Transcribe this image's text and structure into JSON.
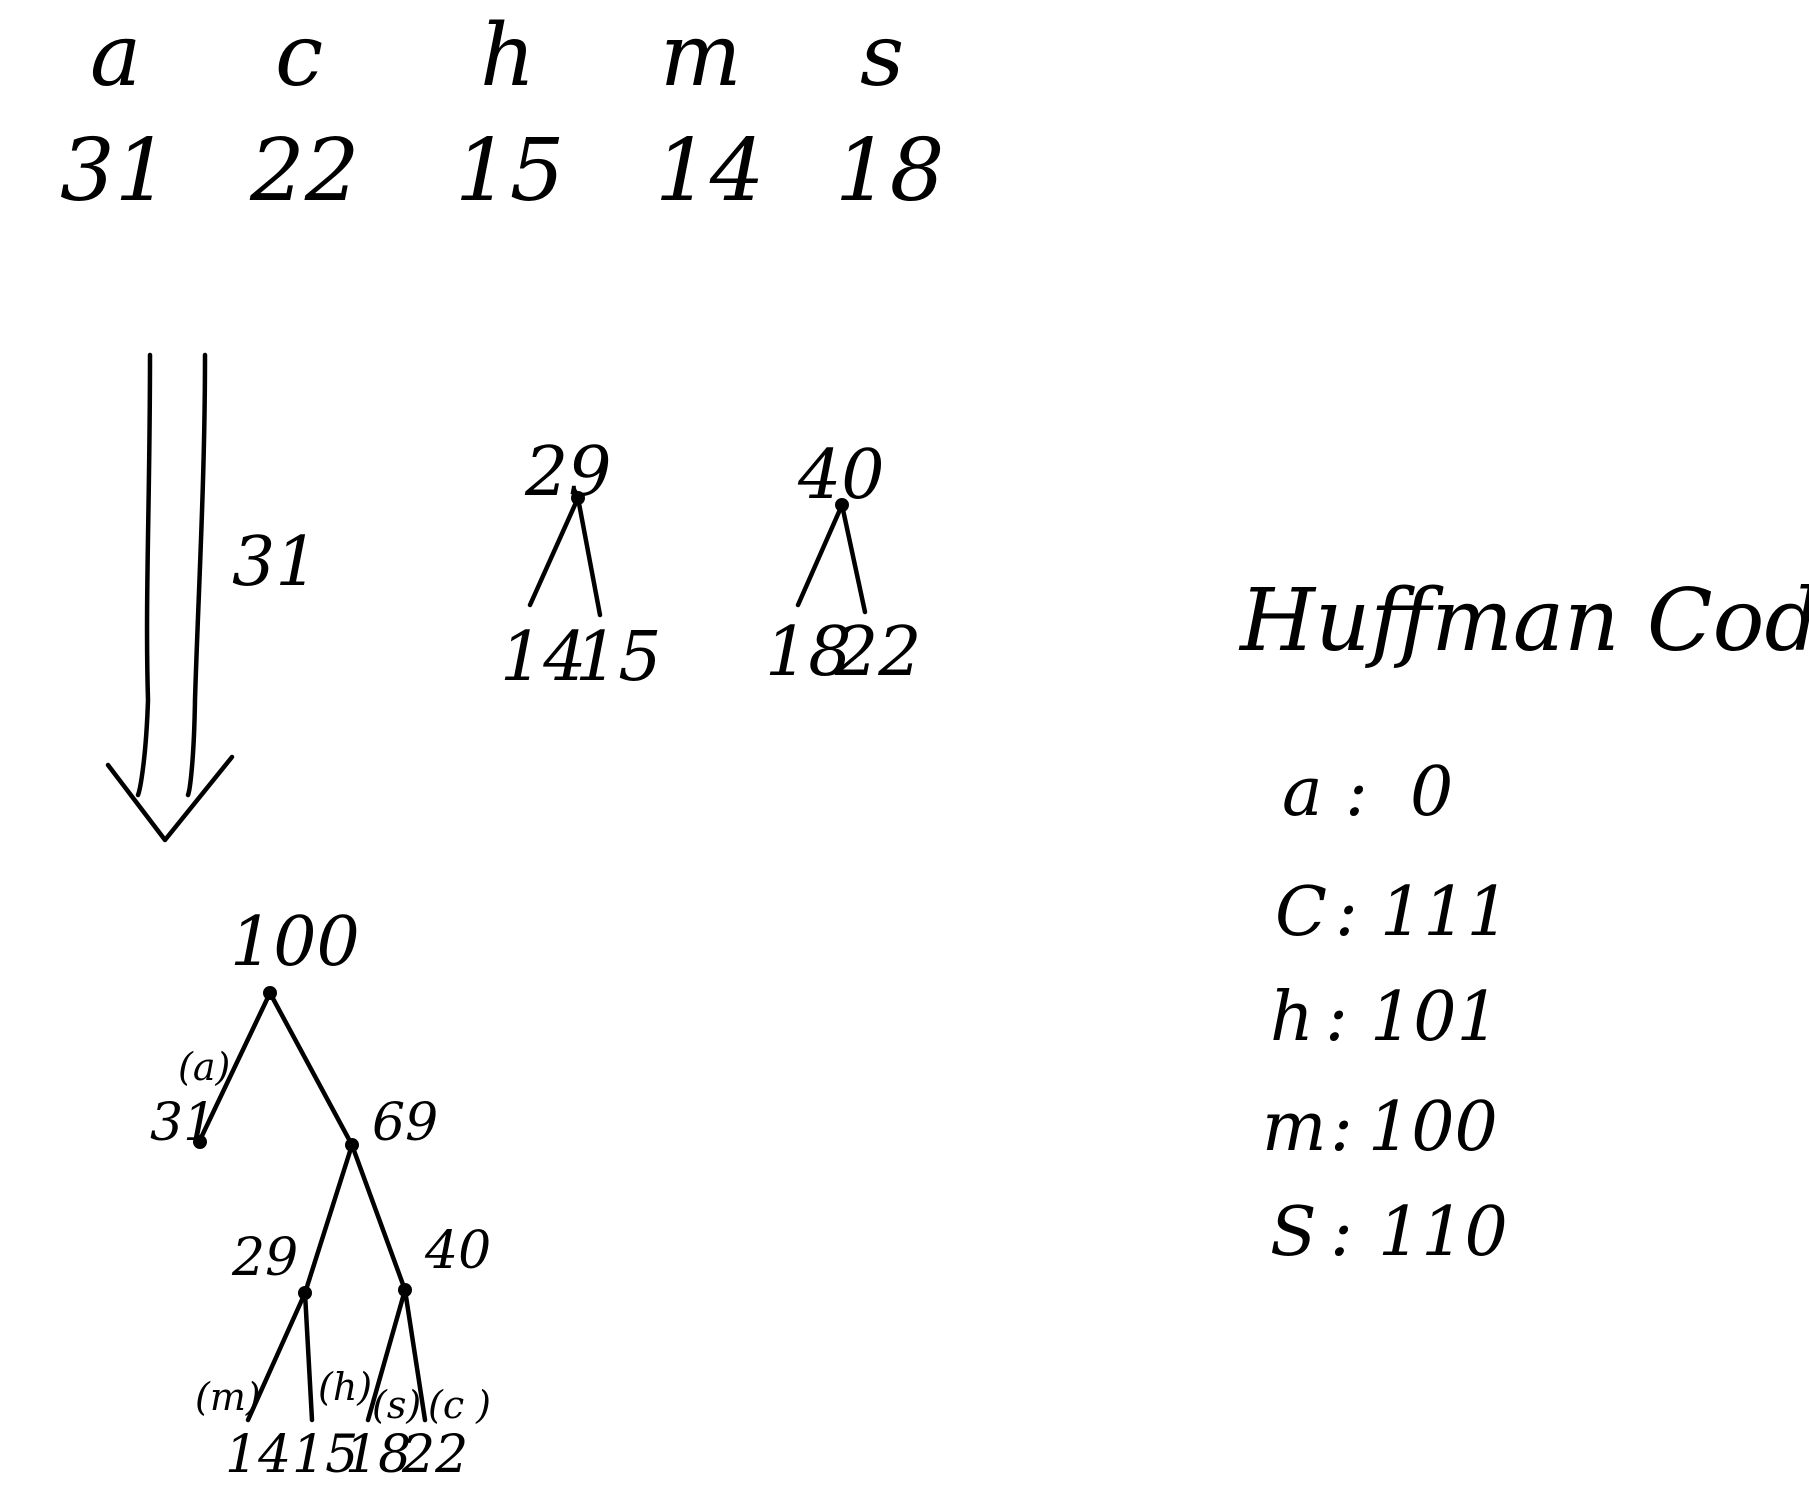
{
  "symbols": [
    {
      "char": "a",
      "freq": "31"
    },
    {
      "char": "c",
      "freq": "22"
    },
    {
      "char": "h",
      "freq": "15"
    },
    {
      "char": "m",
      "freq": "14"
    },
    {
      "char": "s",
      "freq": "18"
    }
  ],
  "arrow_label": "31",
  "step_tree_1": {
    "root": "29",
    "left": "14",
    "right": "15"
  },
  "step_tree_2": {
    "root": "40",
    "left": "18",
    "right": "22"
  },
  "final_tree": {
    "root": "100",
    "n31": "31",
    "n69": "69",
    "n29": "29",
    "n40": "40",
    "leaf14": "14",
    "leaf15": "15",
    "leaf18": "18",
    "leaf22": "22",
    "tag_a": "(a)",
    "tag_m": "(m)",
    "tag_h": "(h)",
    "tag_s": "(s)",
    "tag_c": "(c )"
  },
  "huffman": {
    "title": "Huffman Code:",
    "codes": [
      {
        "char": "a",
        "sep": ":",
        "code": "0"
      },
      {
        "char": "C",
        "sep": ":",
        "code": "111"
      },
      {
        "char": "h",
        "sep": ":",
        "code": "101"
      },
      {
        "char": "m",
        "sep": ":",
        "code": "100"
      },
      {
        "char": "S",
        "sep": ":",
        "code": "110"
      }
    ]
  }
}
